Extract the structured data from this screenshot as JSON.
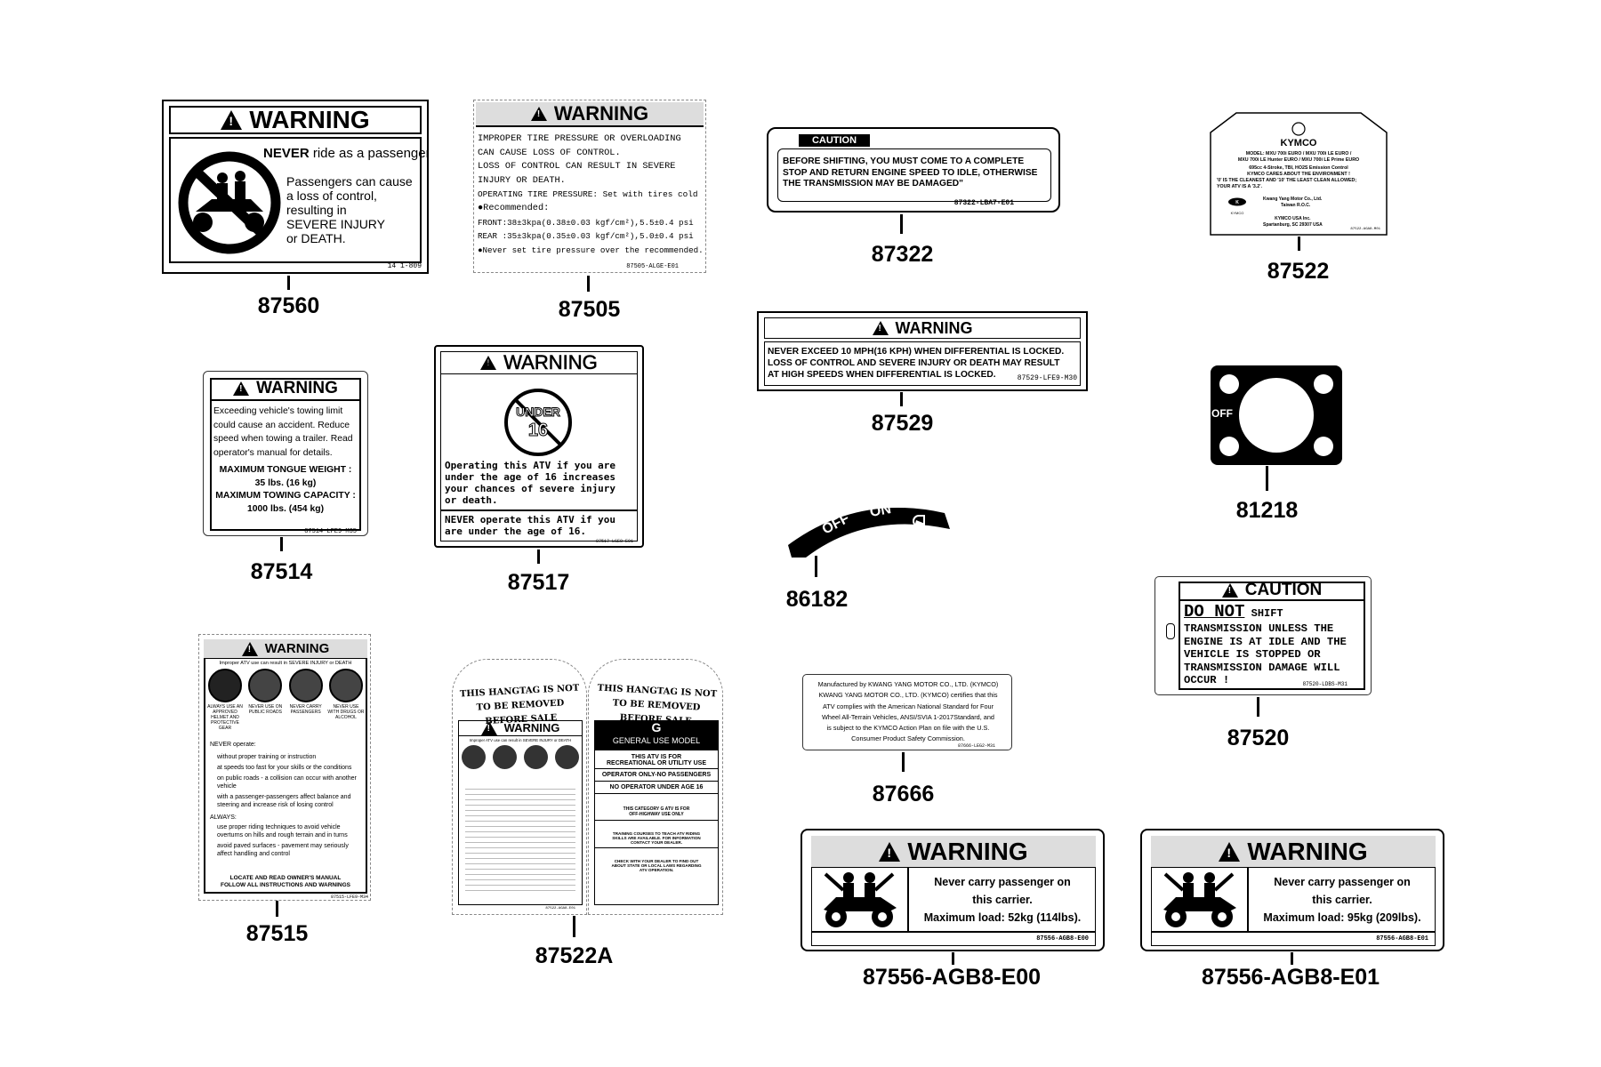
{
  "labels": {
    "l87560": {
      "part": "87560",
      "heading": "WARNING",
      "never": "NEVER",
      "never_rest": " ride as a passenger",
      "body": [
        "Passengers can cause",
        "a loss of control,",
        "resulting in",
        "SEVERE INJURY",
        "or DEATH."
      ],
      "code": "14  1-809"
    },
    "l87505": {
      "part": "87505",
      "heading": "WARNING",
      "lines": [
        "IMPROPER TIRE PRESSURE OR OVERLOADING",
        "CAN CAUSE LOSS OF CONTROL.",
        "LOSS OF CONTROL CAN RESULT IN SEVERE",
        "INJURY OR DEATH.",
        "OPERATING TIRE PRESSURE: Set with tires cold",
        "●Recommended:",
        "  FRONT:38±3kpa(0.38±0.03 kgf/cm²),5.5±0.4 psi",
        "  REAR  :35±3kpa(0.35±0.03 kgf/cm²),5.0±0.4 psi",
        "●Never set tire pressure over the recommended."
      ],
      "code": "87505-ALGE-E01"
    },
    "l87322": {
      "part": "87322",
      "heading": "CAUTION",
      "lines": [
        "BEFORE SHIFTING, YOU MUST COME TO A COMPLETE",
        "STOP AND RETURN ENGINE SPEED TO IDLE, OTHERWISE",
        "THE TRANSMISSION MAY BE DAMAGED\""
      ],
      "code": "87322-LBA7-E01"
    },
    "l87522": {
      "part": "87522",
      "brand": "KYMCO",
      "lines": [
        "MODEL: MXU 700i EURO / MXU 700i LE EURO /",
        "MXU 700i LE Hunter EURO / MXU 700i LE Prime EURO",
        "695cc 4-Stroke, TBI, HO2S Emission Control",
        "KYMCO CARES ABOUT THE ENVIRONMENT !",
        "'0' IS THE CLEANEST AND '10' THE LEAST CLEAN ALLOWED;",
        "YOUR ATV IS A '3.2'."
      ],
      "maker": [
        "Kwang Yang Motor Co., Ltd.",
        "Taiwan R.O.C."
      ],
      "usa": [
        "KYMCO USA Inc.",
        "Spartanburg, SC 29307 USA"
      ],
      "code": "87522-AGA8-M01",
      "logo_text": "KYMCO"
    },
    "l87529": {
      "part": "87529",
      "heading": "WARNING",
      "lines": [
        "NEVER EXCEED 10 MPH(16 KPH) WHEN DIFFERENTIAL IS LOCKED.",
        "LOSS OF CONTROL AND SEVERE INJURY OR DEATH MAY RESULT",
        "AT HIGH SPEEDS WHEN DIFFERENTIAL IS LOCKED."
      ],
      "code": "87529-LFE9-M30"
    },
    "l81218": {
      "part": "81218",
      "off": "OFF"
    },
    "l87514": {
      "part": "87514",
      "heading": "WARNING",
      "body": [
        "Exceeding vehicle's towing limit",
        "could cause an accident. Reduce",
        "speed when towing a trailer. Read",
        "operator's manual for details."
      ],
      "tongue_t": "MAXIMUM TONGUE WEIGHT :",
      "tongue_v": "35 lbs. (16 kg)",
      "tow_t": "MAXIMUM TOWING CAPACITY :",
      "tow_v": "1000 lbs. (454 kg)",
      "code": "87514-LFE9-M35"
    },
    "l87517": {
      "part": "87517",
      "heading": "WARNING",
      "under": "UNDER",
      "age": "16",
      "body": [
        "Operating this ATV if you are",
        "under the age of 16 increases",
        "your chances of severe injury",
        "or death."
      ],
      "never": [
        "NEVER operate this ATV if you",
        "are under the age of 16."
      ],
      "code": "87517-LGE8-E01"
    },
    "l86182": {
      "part": "86182",
      "off": "OFF",
      "on": "ON"
    },
    "l87520": {
      "part": "87520",
      "heading": "CAUTION",
      "donot": "DO NOT",
      "shift": " SHIFT",
      "lines": [
        "TRANSMISSION UNLESS THE",
        "ENGINE IS AT IDLE AND THE",
        "VEHICLE IS STOPPED OR",
        "TRANSMISSION DAMAGE WILL",
        "OCCUR !"
      ],
      "code": "87520-LDBS-M31"
    },
    "l87515": {
      "part": "87515",
      "heading": "WARNING",
      "intro": "Improper ATV use can result in SEVERE INJURY or DEATH",
      "icons": [
        "ALWAYS USE AN APPROVED HELMET AND PROTECTIVE GEAR",
        "NEVER USE ON PUBLIC ROADS",
        "NEVER CARRY PASSENGERS",
        "NEVER USE WITH DRUGS OR ALCOHOL"
      ],
      "never_op": "NEVER operate:",
      "bullets": [
        "without proper training or instruction",
        "at speeds too fast for your skills or the conditions",
        "on public roads - a collision can occur with another vehicle",
        "with a passenger-passengers affect balance and steering and increase risk of losing control"
      ],
      "always": "ALWAYS:",
      "bullets2": [
        "use proper riding techniques to avoid vehicle overturns on hills and rough terrain and in turns",
        "avoid paved surfaces - pavement may seriously affect handling and control"
      ],
      "footer": [
        "LOCATE AND READ OWNER'S MANUAL",
        "FOLLOW ALL INSTRUCTIONS AND WARNINGS"
      ],
      "code": "87515-LFE9-M34"
    },
    "l87522A": {
      "part": "87522A",
      "tag": [
        "THIS HANGTAG IS NOT TO BE REMOVED",
        "BEFORE SALE"
      ],
      "heading": "WARNING",
      "intro": "Improper ATV use can result in SEVERE INJURY or DEATH",
      "g": "G",
      "gum": "GENERAL USE MODEL",
      "p1": [
        "THIS ATV IS FOR",
        "RECREATIONAL OR UTILITY USE"
      ],
      "p2": "OPERATOR ONLY-NO PASSENGERS",
      "p3": "NO OPERATOR UNDER AGE 16",
      "p4": [
        "THIS CATEGORY G ATV IS FOR",
        "OFF-HIGHWAY USE ONLY"
      ],
      "p5": [
        "TRAINING COURSES TO TEACH ATV RIDING",
        "SKILLS ARE AVAILABLE. FOR INFORMATION",
        "CONTACT YOUR DEALER."
      ],
      "p6": [
        "CHECK WITH YOUR DEALER TO FIND OUT",
        "ABOUT STATE OR LOCAL LAWS REGARDING",
        "ATV OPERATION."
      ],
      "code": "87522-AGA8-E01"
    },
    "l87666": {
      "part": "87666",
      "lines": [
        "Manufactured by KWANG YANG MOTOR CO., LTD. (KYMCO)",
        "KWANG YANG MOTOR CO., LTD. (KYMCO) certifies that this",
        "ATV complies with the American National Standard for Four",
        "Wheel All-Terrain Vehicles, ANSI/SVIA 1-2017Standard, and",
        "is subject to the KYMCO Action Plan on file with the U.S.",
        "Consumer Product Safety Commission."
      ],
      "code": "87666-LEG2-M31"
    },
    "lAGB8E00": {
      "part": "87556-AGB8-E00",
      "heading": "WARNING",
      "lines": [
        "Never carry passenger on",
        "this carrier.",
        "Maximum load: 52kg (114lbs)."
      ],
      "code": "87556-AGB8-E00"
    },
    "lAGB8E01": {
      "part": "87556-AGB8-E01",
      "heading": "WARNING",
      "lines": [
        "Never carry passenger on",
        "this carrier.",
        "Maximum load: 95kg (209lbs)."
      ],
      "code": "87556-AGB8-E01"
    }
  }
}
